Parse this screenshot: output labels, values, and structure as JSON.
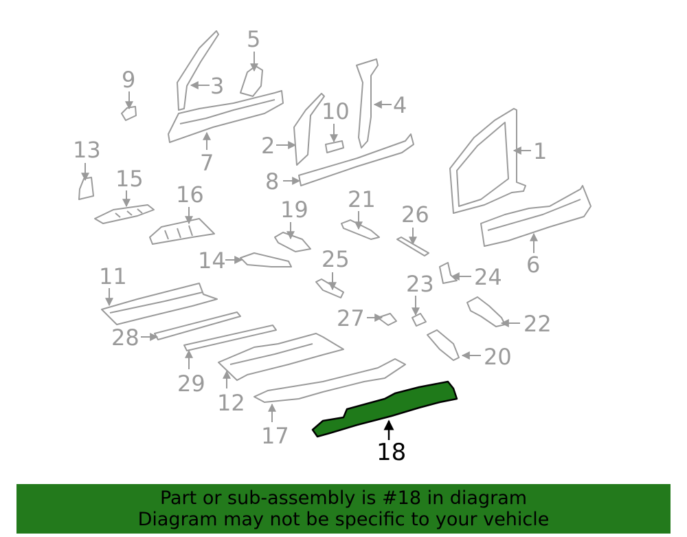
{
  "diagram": {
    "callouts": [
      "1",
      "2",
      "3",
      "4",
      "5",
      "6",
      "7",
      "8",
      "9",
      "10",
      "11",
      "12",
      "13",
      "14",
      "15",
      "16",
      "17",
      "18",
      "19",
      "20",
      "21",
      "22",
      "23",
      "24",
      "25",
      "26",
      "27",
      "28",
      "29"
    ],
    "highlighted": "18",
    "colors": {
      "part_line": "#9a9a9a",
      "highlight_fill": "#1f7a1a",
      "banner": "#237a1c"
    }
  },
  "banner": {
    "line1": "Part or sub-assembly is #18 in diagram",
    "line2": "Diagram may not be specific to your vehicle"
  }
}
